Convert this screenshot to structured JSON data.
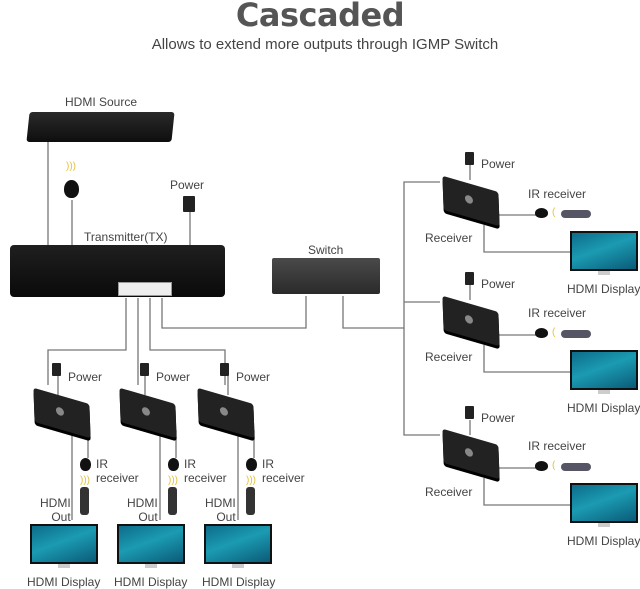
{
  "header": {
    "title": "Cascaded",
    "subtitle": "Allows to extend more outputs through IGMP Switch"
  },
  "devices": {
    "source": {
      "label": "HDMI Source"
    },
    "transmitter": {
      "label": "Transmitter(TX)",
      "power_label": "Power"
    },
    "switch": {
      "label": "Switch"
    },
    "left_receivers": [
      {
        "power_label": "Power",
        "ir_label_1": "IR",
        "ir_label_2": "receiver",
        "out_label_1": "HDMI",
        "out_label_2": "Out",
        "display_label": "HDMI Display"
      },
      {
        "power_label": "Power",
        "ir_label_1": "IR",
        "ir_label_2": "receiver",
        "out_label_1": "HDMI",
        "out_label_2": "Out",
        "display_label": "HDMI Display"
      },
      {
        "power_label": "Power",
        "ir_label_1": "IR",
        "ir_label_2": "receiver",
        "out_label_1": "HDMI",
        "out_label_2": "Out",
        "display_label": "HDMI Display"
      }
    ],
    "right_receivers": [
      {
        "power_label": "Power",
        "ir_label": "IR receiver",
        "receiver_label": "Receiver",
        "display_label": "HDMI Display"
      },
      {
        "power_label": "Power",
        "ir_label": "IR receiver",
        "receiver_label": "Receiver",
        "display_label": "HDMI Display"
      },
      {
        "power_label": "Power",
        "ir_label": "IR receiver",
        "receiver_label": "Receiver",
        "display_label": "HDMI Display"
      }
    ]
  }
}
